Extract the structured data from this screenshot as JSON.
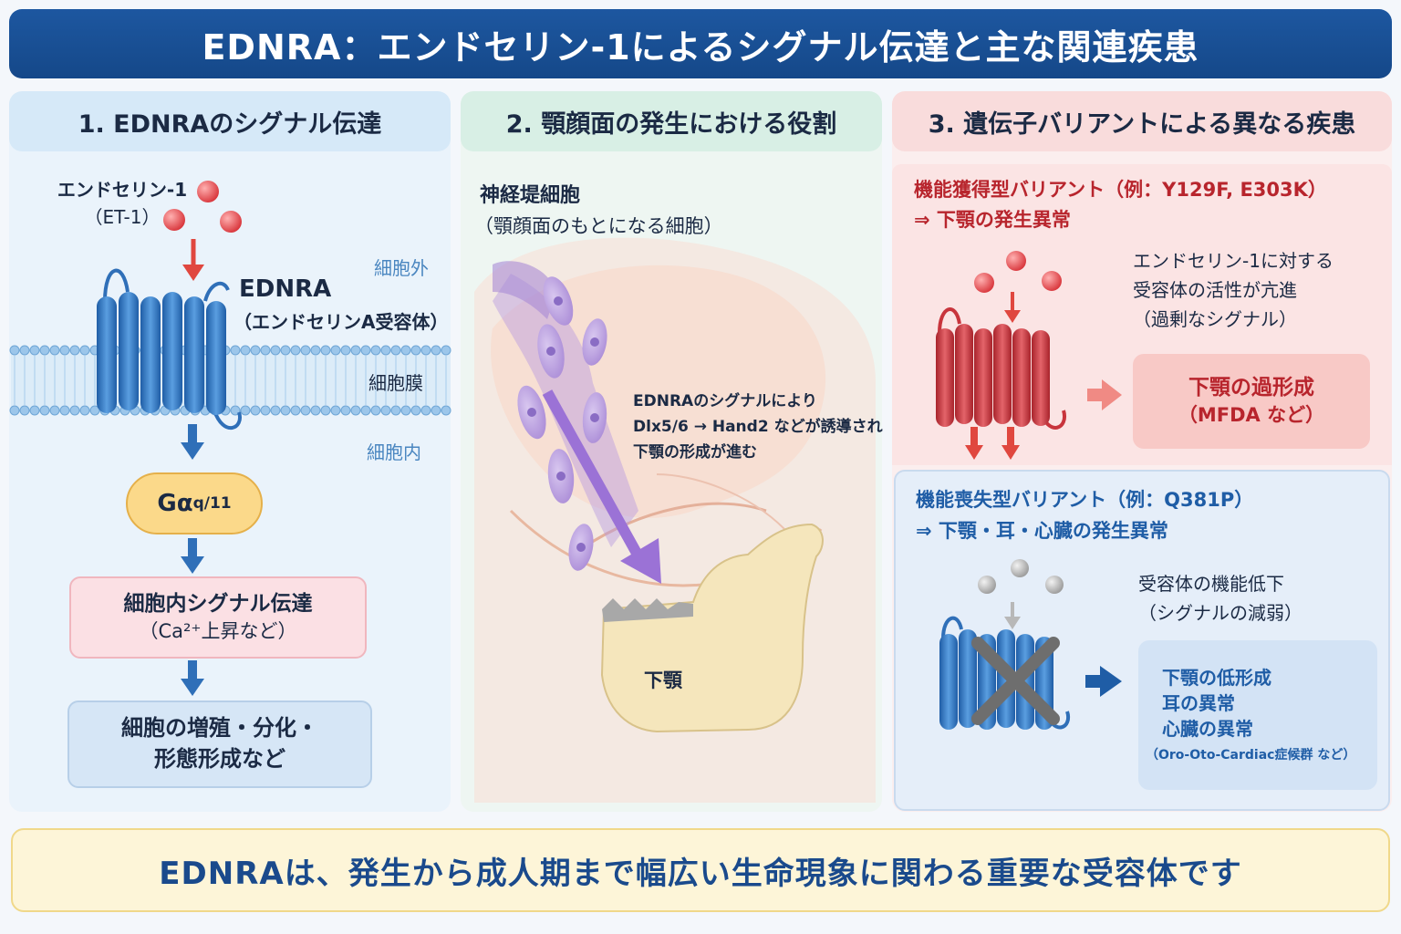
{
  "title": "EDNRA：エンドセリン-1によるシグナル伝達と主な関連疾患",
  "panel1": {
    "heading": "1. EDNRAのシグナル伝達",
    "ligand_name": "エンドセリン-1",
    "ligand_abbr": "（ET-1）",
    "outside": "細胞外",
    "receptor_name": "EDNRA",
    "receptor_desc": "（エンドセリンA受容体）",
    "membrane": "細胞膜",
    "inside": "細胞内",
    "g_protein": "Gα",
    "g_protein_sub": "q/11",
    "signal_line1": "細胞内シグナル伝達",
    "signal_line2": "（Ca²⁺上昇など）",
    "outcome_line1": "細胞の増殖・分化・",
    "outcome_line2": "形態形成など"
  },
  "panel2": {
    "heading": "2. 顎顔面の発生における役割",
    "cell_title": "神経堤細胞",
    "cell_desc": "（顎顔面のもとになる細胞）",
    "signal_line1": "EDNRAのシグナルにより",
    "signal_line2": "Dlx5/6 → Hand2 などが誘導され",
    "signal_line3": "下顎の形成が進む",
    "jaw_label": "下顎"
  },
  "panel3": {
    "heading": "3. 遺伝子バリアントによる異なる疾患",
    "gof_title1": "機能獲得型バリアント（例：Y129F, E303K）",
    "gof_title2": "⇒ 下顎の発生異常",
    "gof_desc1": "エンドセリン-1に対する",
    "gof_desc2": "受容体の活性が亢進",
    "gof_desc3": "（過剰なシグナル）",
    "gof_result1": "下顎の過形成",
    "gof_result2": "（MFDA など）",
    "lof_title1": "機能喪失型バリアント（例：Q381P）",
    "lof_title2": "⇒ 下顎・耳・心臓の発生異常",
    "lof_desc1": "受容体の機能低下",
    "lof_desc2": "（シグナルの減弱）",
    "lof_result1": "下顎の低形成",
    "lof_result2": "耳の異常",
    "lof_result3": "心臓の異常",
    "lof_result4": "（Oro-Oto-Cardiac症候群 など）"
  },
  "footer": "EDNRAは、発生から成人期まで幅広い生命現象に関わる重要な受容体です",
  "colors": {
    "title_bg": "#1d57a0",
    "receptor_blue": "#2f6fb8",
    "receptor_red": "#c8343c",
    "arrow_blue": "#2f6fb8",
    "arrow_red": "#e0473f",
    "neural_crest": "#a98ad6"
  }
}
